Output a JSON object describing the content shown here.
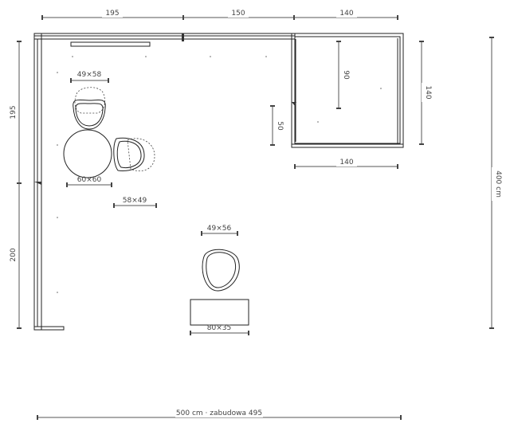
{
  "dimensions": {
    "top_wall_1": "195",
    "top_wall_2": "150",
    "top_wall_3": "140",
    "height_total": "400 cm",
    "left_upper": "195",
    "left_lower": "200",
    "bed_inner_height": "90",
    "bed_height": "140",
    "bed_width": "140",
    "step_height": "50",
    "bottom_total": "500 cm · zabudowa 495"
  },
  "furniture": {
    "chair_top_label": "49×58",
    "table_label": "60×60",
    "chair_right_label": "58×49",
    "armchair_label": "49×56",
    "bench_label": "80×35"
  },
  "colors": {
    "line": "#222222",
    "dimension": "#555555",
    "label": "#444444"
  }
}
